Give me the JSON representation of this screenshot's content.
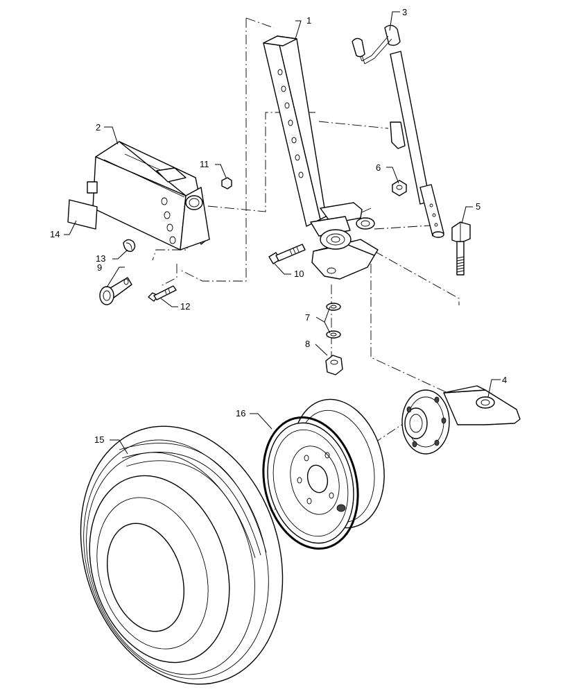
{
  "callouts": [
    {
      "number": "1",
      "part": "stand-tube"
    },
    {
      "number": "2",
      "part": "mounting-bracket"
    },
    {
      "number": "3",
      "part": "crank-jack"
    },
    {
      "number": "4",
      "part": "wheel-hub-spindle"
    },
    {
      "number": "5",
      "part": "hex-bolt"
    },
    {
      "number": "6",
      "part": "lock-nut"
    },
    {
      "number": "7",
      "part": "washers"
    },
    {
      "number": "8",
      "part": "nut"
    },
    {
      "number": "9",
      "part": "pin"
    },
    {
      "number": "10",
      "part": "bolt"
    },
    {
      "number": "11",
      "part": "nut"
    },
    {
      "number": "12",
      "part": "bolt"
    },
    {
      "number": "13",
      "part": "clip"
    },
    {
      "number": "14",
      "part": "decal"
    },
    {
      "number": "15",
      "part": "tire"
    },
    {
      "number": "16",
      "part": "rim"
    }
  ]
}
